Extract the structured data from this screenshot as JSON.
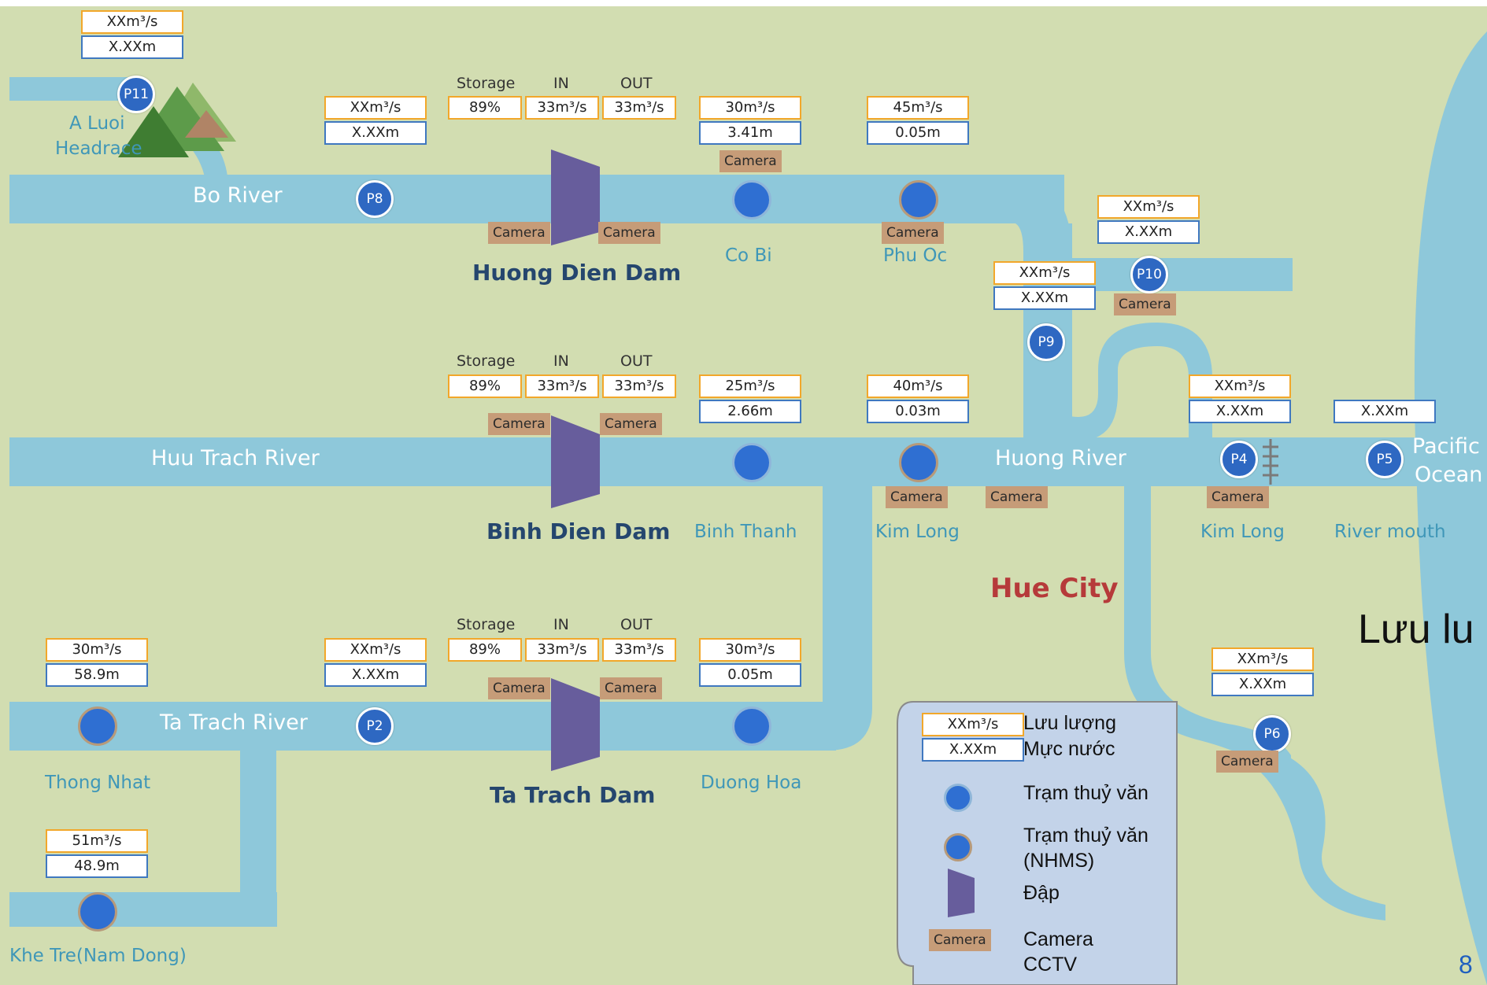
{
  "colors": {
    "background": "#d2ddb1",
    "river": "#8ec8da",
    "station_blue": "#2f6fd2",
    "dam": "#675d9c",
    "flow_border": "#f2a72a",
    "level_border": "#3f78c0",
    "camera_bg": "#c69c78",
    "legend_bg": "#c3d3e9",
    "city_red": "#b63a3a"
  },
  "common": {
    "camera": "Camera",
    "storage": "Storage",
    "in": "IN",
    "out": "OUT"
  },
  "rivers": {
    "bo": "Bo River",
    "huu_trach": "Huu Trach River",
    "ta_trach": "Ta Trach River",
    "huong": "Huong River"
  },
  "places": {
    "a_luoi_1": "A Luoi",
    "a_luoi_2": "Headrace",
    "co_bi": "Co Bi",
    "phu_oc": "Phu Oc",
    "binh_thanh": "Binh Thanh",
    "kim_long_1": "Kim Long",
    "kim_long_2": "Kim Long",
    "river_mouth": "River mouth",
    "thong_nhat": "Thong Nhat",
    "duong_hoa": "Duong Hoa",
    "khe_tre": "Khe Tre(Nam Dong)",
    "hue_city": "Hue City",
    "pacific_1": "Pacific",
    "pacific_2": "Ocean"
  },
  "dams": {
    "huong_dien": {
      "name": "Huong Dien Dam",
      "storage": "89%",
      "in": "33m³/s",
      "out": "33m³/s"
    },
    "binh_dien": {
      "name": "Binh Dien Dam",
      "storage": "89%",
      "in": "33m³/s",
      "out": "33m³/s"
    },
    "ta_trach": {
      "name": "Ta Trach Dam",
      "storage": "89%",
      "in": "33m³/s",
      "out": "33m³/s"
    }
  },
  "stations": {
    "p11": {
      "flow": "XXm³/s",
      "level": "X.XXm"
    },
    "p8": {
      "flow": "XXm³/s",
      "level": "X.XXm"
    },
    "co_bi": {
      "flow": "30m³/s",
      "level": "3.41m"
    },
    "phu_oc": {
      "flow": "45m³/s",
      "level": "0.05m"
    },
    "p10": {
      "flow": "XXm³/s",
      "level": "X.XXm"
    },
    "p9": {
      "flow": "XXm³/s",
      "level": "X.XXm"
    },
    "binh_thanh": {
      "flow": "25m³/s",
      "level": "2.66m"
    },
    "kim_long": {
      "flow": "40m³/s",
      "level": "0.03m"
    },
    "p4": {
      "flow": "XXm³/s",
      "level": "X.XXm"
    },
    "p5": {
      "level": "X.XXm"
    },
    "thong_nhat": {
      "flow": "30m³/s",
      "level": "58.9m"
    },
    "p2": {
      "flow": "XXm³/s",
      "level": "X.XXm"
    },
    "duong_hoa": {
      "flow": "30m³/s",
      "level": "0.05m"
    },
    "p6": {
      "flow": "XXm³/s",
      "level": "X.XXm"
    },
    "khe_tre": {
      "flow": "51m³/s",
      "level": "48.9m"
    }
  },
  "badges": {
    "p11": "P11",
    "p8": "P8",
    "p10": "P10",
    "p9": "P9",
    "p4": "P4",
    "p5": "P5",
    "p2": "P2",
    "p6": "P6"
  },
  "legend": {
    "flow_sample": "XXm³/s",
    "level_sample": "X.XXm",
    "flow": "Lưu lượng",
    "level": "Mực nước",
    "station": "Trạm thuỷ văn",
    "station_nhms_1": "Trạm thuỷ văn",
    "station_nhms_2": "(NHMS)",
    "dam": "Đập",
    "camera_sample": "Camera",
    "camera_1": "Camera",
    "camera_2": "CCTV"
  },
  "overflow_text": "Lưu lu",
  "page_number": "8"
}
